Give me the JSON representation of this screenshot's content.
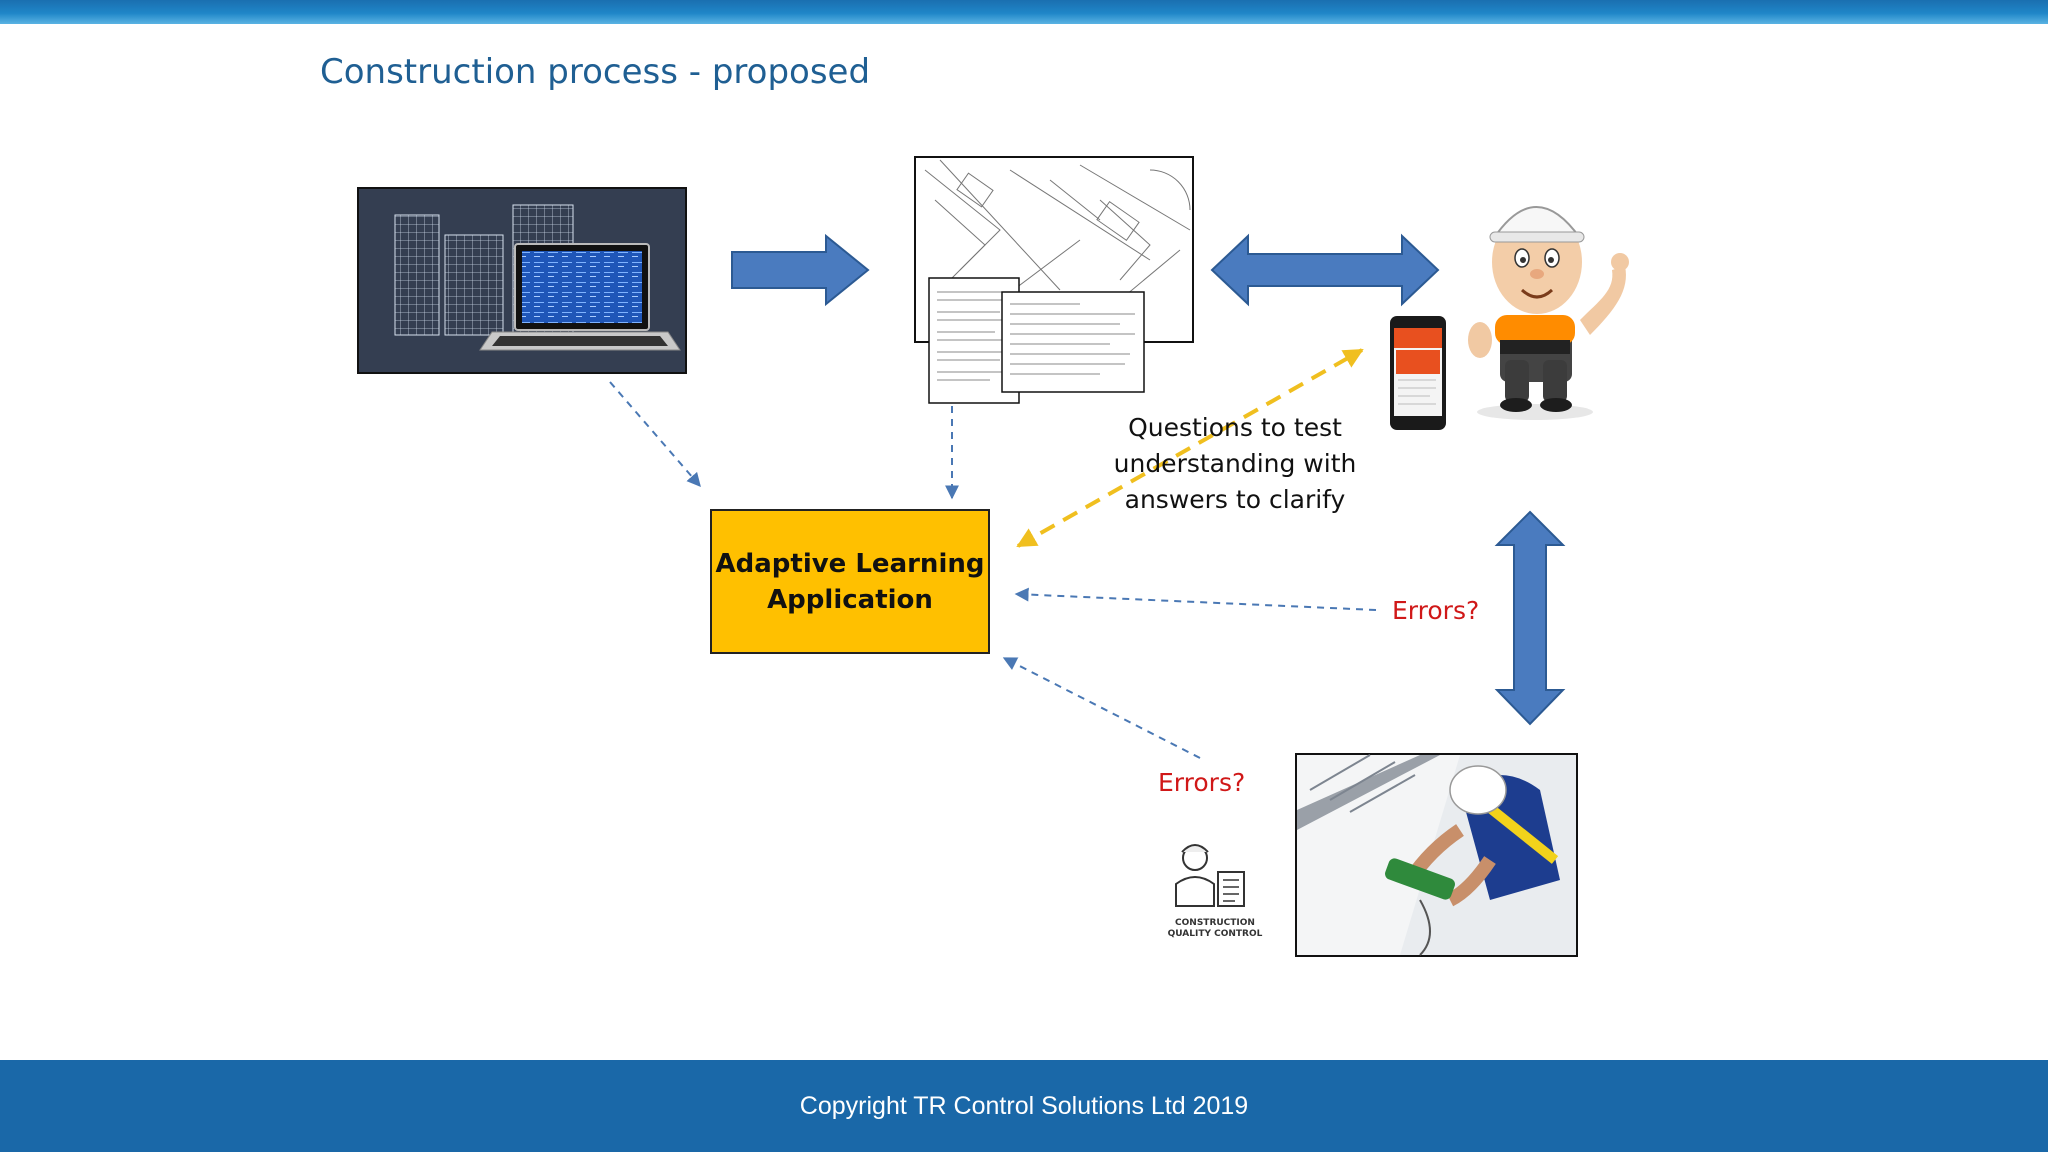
{
  "slide": {
    "title": "Construction process - proposed",
    "footer": "Copyright TR Control Solutions Ltd 2019"
  },
  "diagram": {
    "central_box": {
      "line1": "Adaptive Learning",
      "line2": "Application"
    },
    "note": {
      "line1": "Questions to test",
      "line2": "understanding with",
      "line3": "answers to clarify"
    },
    "errors_label_1": "Errors?",
    "errors_label_2": "Errors?",
    "qc_caption": {
      "line1": "CONSTRUCTION",
      "line2": "QUALITY CONTROL"
    },
    "icons": {
      "design": "laptop-buildings-image",
      "documents": "drawings-documents-image",
      "worker": "construction-worker-mascot",
      "phone": "smartphone-icon",
      "site": "roof-worker-photo",
      "qc": "quality-control-icon"
    },
    "colors": {
      "title": "#1f5f93",
      "arrow_fill": "#4a7bbf",
      "arrow_stroke": "#2c5a93",
      "box_fill": "#ffc000",
      "dashed_blue": "#4a78b4",
      "dashed_yellow": "#f0bf1f",
      "error_text": "#d01818",
      "footer_bg": "#1a68a8"
    }
  }
}
